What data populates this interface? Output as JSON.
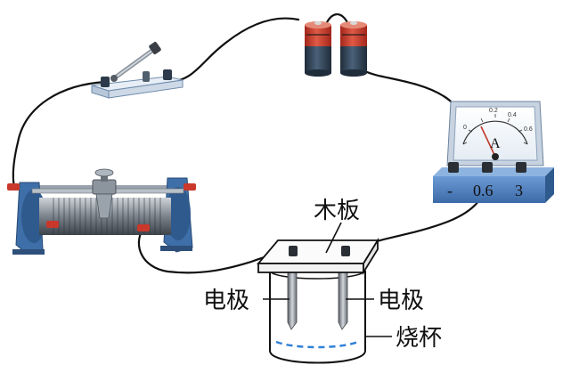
{
  "labels": {
    "wood_board": "木板",
    "electrode_left": "电极",
    "electrode_right": "电极",
    "beaker": "烧杯"
  },
  "ammeter": {
    "unit": "A",
    "terminals": [
      "-",
      "0.6",
      "3"
    ],
    "scale": [
      "0",
      "0.2",
      "0.4",
      "0.6"
    ]
  },
  "colors": {
    "wire": "#111111",
    "battery_top": "#c9382b",
    "battery_body": "#2f3f52",
    "rheostat_frame": "#3f6fa8",
    "meter_base": "#4c7fbf",
    "needle": "#c0392b",
    "liquid": "#2f80d8"
  },
  "icons": [
    "switch-icon",
    "battery-icon",
    "rheostat-icon",
    "ammeter-icon",
    "beaker-icon",
    "electrode-icon"
  ]
}
